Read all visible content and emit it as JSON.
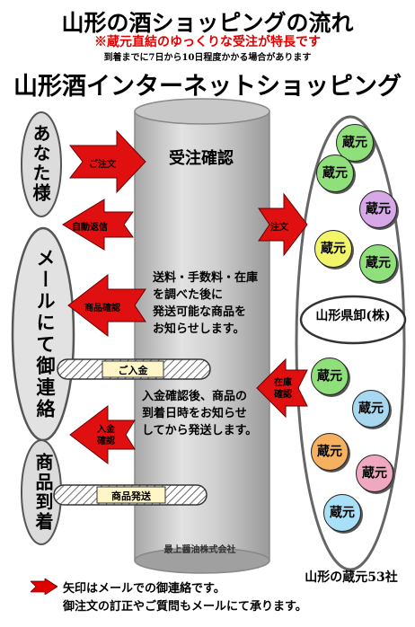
{
  "header": {
    "title": "山形の酒ショッピングの流れ",
    "subtitle": "※蔵元直結のゆっくりな受注が特長です",
    "note": "到着までに7日から10日程度かかる場合があります",
    "heading": "山形酒インターネットショッピング"
  },
  "left": {
    "you": "あなた様",
    "mail": "メールにて御連絡",
    "arrive": "商品到着"
  },
  "center": {
    "confirm": "受注確認",
    "notice1": "送料・手数料・在庫\nを調べた後に\n発送可能な商品を\nお知らせします。",
    "notice2": "入金確認後、商品の\n到着日時をお知らせ\nしてから発送します。",
    "company": "最上醤油株式会社"
  },
  "arrows": {
    "order": "ご注文",
    "auto_reply": "自動返信",
    "product_confirm": "商品確認",
    "payment_confirm_l1": "入金",
    "payment_confirm_l2": "確認",
    "to_wholesaler": "注文",
    "stock_confirm_l1": "在庫",
    "stock_confirm_l2": "確認"
  },
  "pills": {
    "payment": "ご入金",
    "shipping": "商品発送"
  },
  "right": {
    "kura_label": "蔵元",
    "wholesaler": "山形県卸(株)",
    "count": "山形の蔵元53社",
    "kura_colors": [
      "#8fe07a",
      "#8fe07a",
      "#d6a8e8",
      "#f2f56a",
      "#8fe07a",
      "#8fe07a",
      "#a8d8f0",
      "#f5b060",
      "#f0a8c0",
      "#a8e0f8"
    ]
  },
  "footer": {
    "line1": "矢印はメールでの御連絡です。",
    "line2": "御注文の訂正やご質問もメールにて承ります。",
    "arrow_color": "#e00000"
  }
}
